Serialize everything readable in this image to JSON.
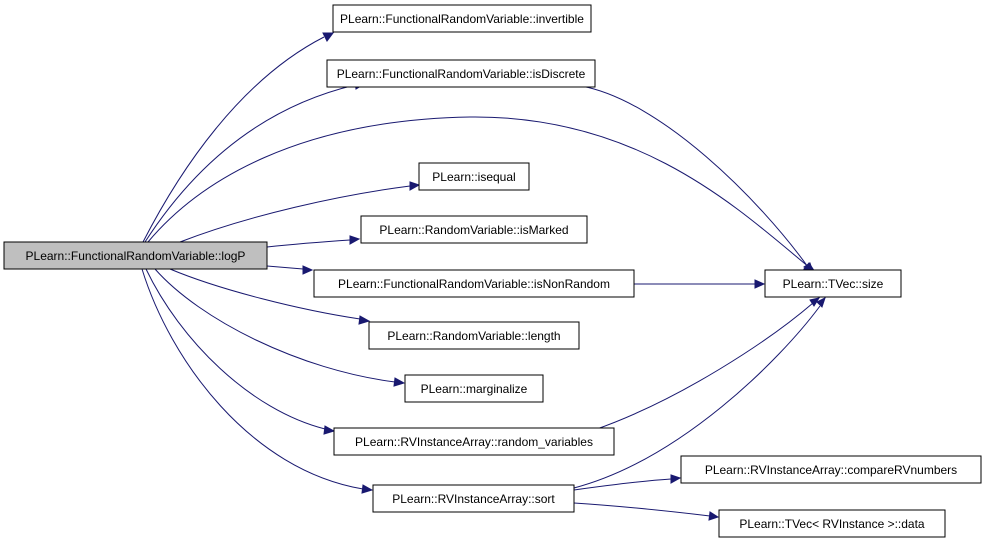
{
  "colors": {
    "edge": "#191970",
    "root_fill": "#bfbfbf",
    "node_fill": "#ffffff",
    "border": "#000000"
  },
  "nodes": {
    "logP": "PLearn::FunctionalRandomVariable::logP",
    "invertible": "PLearn::FunctionalRandomVariable::invertible",
    "isDiscrete": "PLearn::FunctionalRandomVariable::isDiscrete",
    "isequal": "PLearn::isequal",
    "isMarked": "PLearn::RandomVariable::isMarked",
    "isNonRandom": "PLearn::FunctionalRandomVariable::isNonRandom",
    "length": "PLearn::RandomVariable::length",
    "marginalize": "PLearn::marginalize",
    "random_variables": "PLearn::RVInstanceArray::random_variables",
    "sort": "PLearn::RVInstanceArray::sort",
    "tvec_size": "PLearn::TVec::size",
    "compareRVnumbers": "PLearn::RVInstanceArray::compareRVnumbers",
    "tvec_data": "PLearn::TVec< RVInstance >::data"
  }
}
